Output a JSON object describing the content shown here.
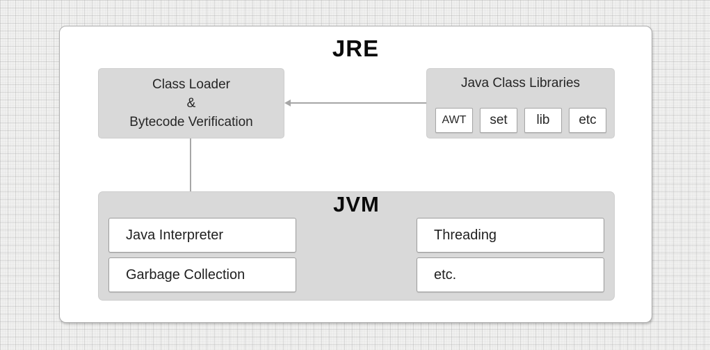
{
  "colors": {
    "box_gray": "#d9d9d9",
    "panel_white": "#ffffff",
    "arrow_gray": "#a6a6a6",
    "text_dark": "#262626",
    "background": "#f1f1f0"
  },
  "jre": {
    "title": "JRE"
  },
  "class_loader": {
    "line1": "Class Loader",
    "line2": "&",
    "line3": "Bytecode Verification"
  },
  "libraries": {
    "title": "Java Class Libraries",
    "chips": [
      "AWT",
      "set",
      "lib",
      "etc"
    ]
  },
  "jvm": {
    "title": "JVM",
    "left": [
      "Java Interpreter",
      "Garbage Collection"
    ],
    "right": [
      "Threading",
      "etc."
    ]
  }
}
